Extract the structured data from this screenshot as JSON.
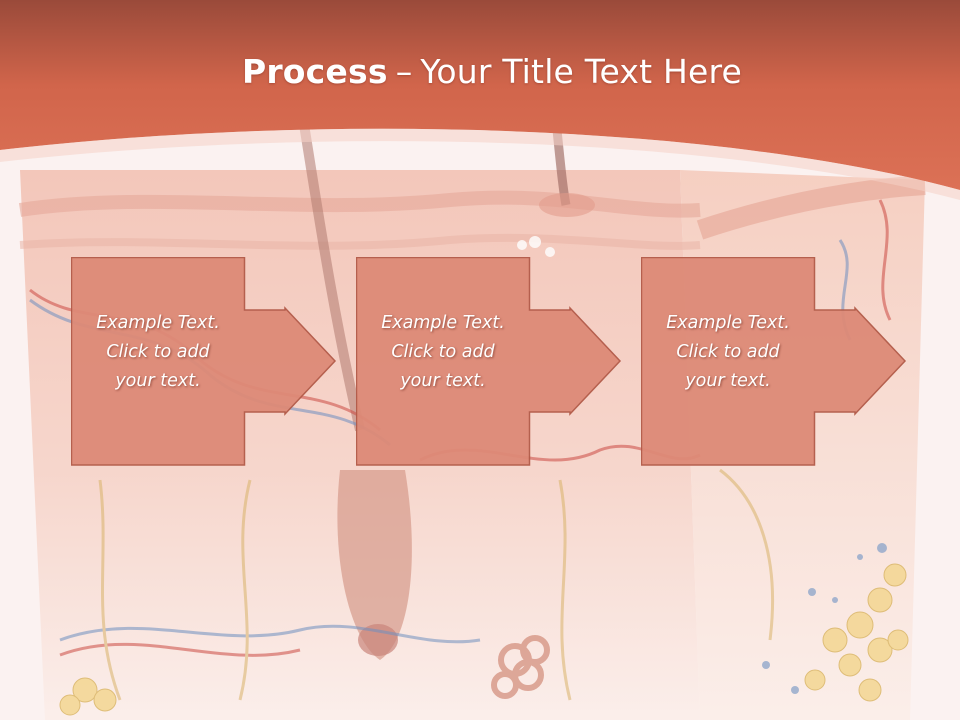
{
  "slide": {
    "title_bold": "Process",
    "title_separator": "–",
    "title_rest": "Your Title Text Here",
    "background_image": "skin-cross-section-illustration",
    "colors": {
      "header": "#d4694f",
      "box_fill": "#dd8a77",
      "box_stroke": "#b25a48",
      "text": "#ffffff"
    }
  },
  "steps": [
    {
      "line1": "Example Text.",
      "line2": "Click  to add",
      "line3": "your text."
    },
    {
      "line1": "Example Text.",
      "line2": "Click  to add",
      "line3": "your text."
    },
    {
      "line1": "Example Text.",
      "line2": "Click  to add",
      "line3": "your text."
    }
  ]
}
